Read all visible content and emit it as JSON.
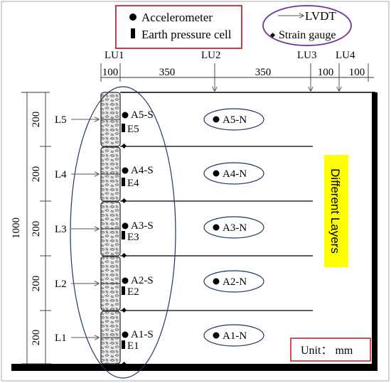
{
  "legend": {
    "accelerometer": "Accelerometer",
    "earth_pressure_cell": "Earth pressure cell",
    "lvdt": "LVDT",
    "strain_gauge": "Strain gauge"
  },
  "lvdt_labels": [
    "LU1",
    "LU2",
    "LU3",
    "LU4"
  ],
  "horizontal_dims": [
    "100",
    "350",
    "350",
    "100",
    "100"
  ],
  "total_height": "1000",
  "layer_heights": [
    "200",
    "200",
    "200",
    "200",
    "200"
  ],
  "layers": [
    "L5",
    "L4",
    "L3",
    "L2",
    "L1"
  ],
  "wall_sensors": {
    "accelerometers": [
      "A5-S",
      "A4-S",
      "A3-S",
      "A2-S",
      "A1-S"
    ],
    "pressure_cells": [
      "E5",
      "E4",
      "E3",
      "E2",
      "E1"
    ]
  },
  "backfill_accelerometers": [
    "A5-N",
    "A4-N",
    "A3-N",
    "A2-N",
    "A1-N"
  ],
  "different_layers": "Different Layers",
  "unit": "Unit： mm",
  "colors": {
    "legend_box": "#c0282d",
    "lvdt_box": "#7030a0",
    "highlight": "#ffff00",
    "ellipse": "#1f3864"
  }
}
